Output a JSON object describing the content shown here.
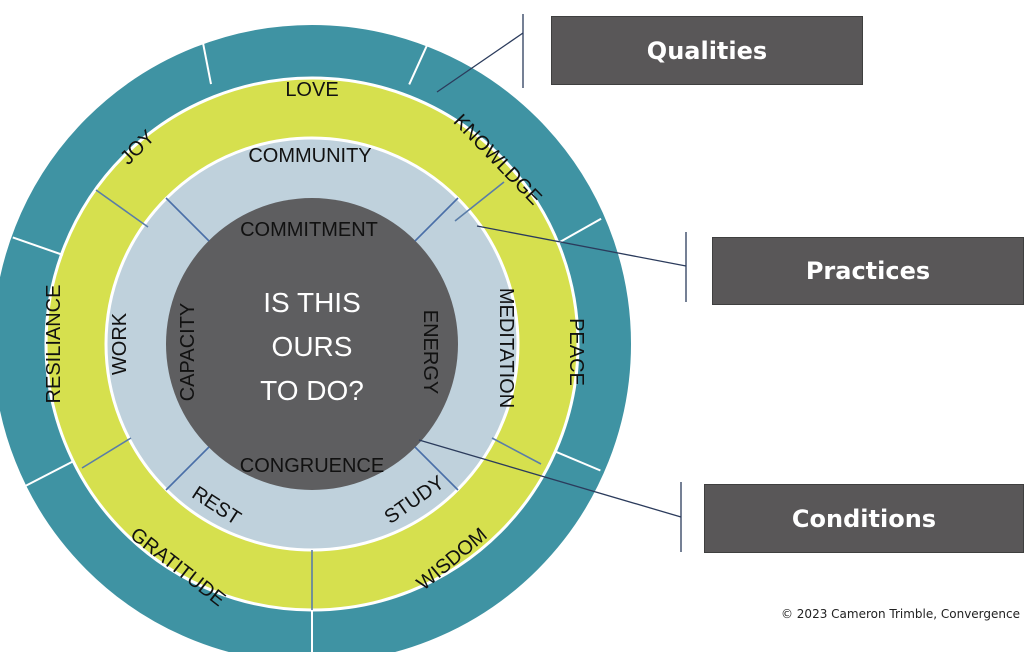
{
  "center": {
    "lines": [
      "IS THIS",
      "OURS",
      "TO DO?"
    ]
  },
  "conditions": [
    "COMMITMENT",
    "ENERGY",
    "CONGRUENCE",
    "CAPACITY"
  ],
  "practices": [
    "COMMUNITY",
    "MEDITATION",
    "STUDY",
    "REST",
    "WORK"
  ],
  "qualities": [
    "LOVE",
    "KNOWLDGE",
    "PEACE",
    "WISDOM",
    "GRATITUDE",
    "RESILIANCE",
    "JOY"
  ],
  "legend": {
    "qualities": "Qualities",
    "practices": "Practices",
    "conditions": "Conditions"
  },
  "copyright": "© 2023 Cameron Trimble, Convergence",
  "colors": {
    "outer_ring": "#3f93a3",
    "middle_ring": "#d6e04e",
    "inner_ring": "#bfd1dc",
    "center": "#5e5e60",
    "label_box": "#595758",
    "divider_outer": "#ffffff",
    "divider_inner": "#4a6fa8",
    "ring_text": "#111111",
    "center_text": "#ffffff"
  }
}
